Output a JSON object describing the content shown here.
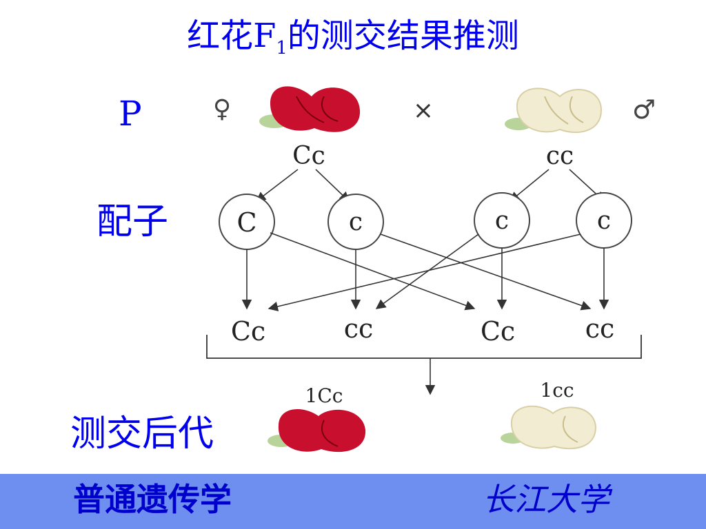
{
  "title": {
    "main": "红花F",
    "sub": "1",
    "rest": "的测交结果推测"
  },
  "labels": {
    "parents": "P",
    "gametes": "配子",
    "offspring": "测交后代"
  },
  "symbols": {
    "female": "♀",
    "cross": "×",
    "male": "♂"
  },
  "parents": {
    "female_genotype": "Cc",
    "male_genotype": "cc"
  },
  "gametes": [
    "C",
    "c",
    "c",
    "c"
  ],
  "progeny": [
    "Cc",
    "cc",
    "Cc",
    "cc"
  ],
  "results": {
    "red": "1Cc",
    "white": "1cc"
  },
  "footer": {
    "left": "普通遗传学",
    "right": "长江大学"
  },
  "colors": {
    "text_blue": "#0000ee",
    "footer_bg": "#6f8ff0",
    "footer_text": "#0000cc",
    "red_flower": "#c8102e",
    "white_flower": "#f2ecd2",
    "leaf": "#b8d49a"
  }
}
